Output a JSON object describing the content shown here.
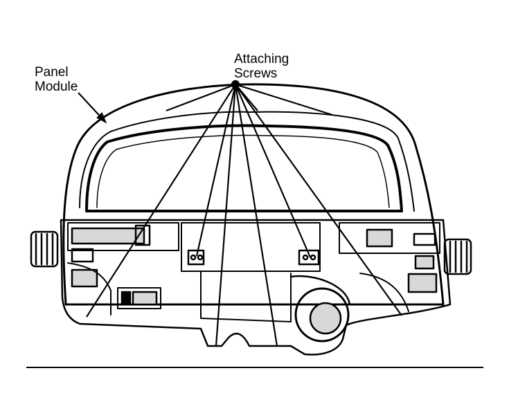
{
  "labels": {
    "panel_module": [
      "Panel",
      "Module"
    ],
    "attaching_screws": [
      "Attaching",
      "Screws"
    ]
  },
  "colors": {
    "ink": "#000000",
    "paper": "#ffffff",
    "shade": "#d8d8d8"
  },
  "callouts": [
    {
      "label": "panel_module",
      "target": "outer-bezel"
    },
    {
      "label": "attaching_screws",
      "targets": 9
    }
  ]
}
